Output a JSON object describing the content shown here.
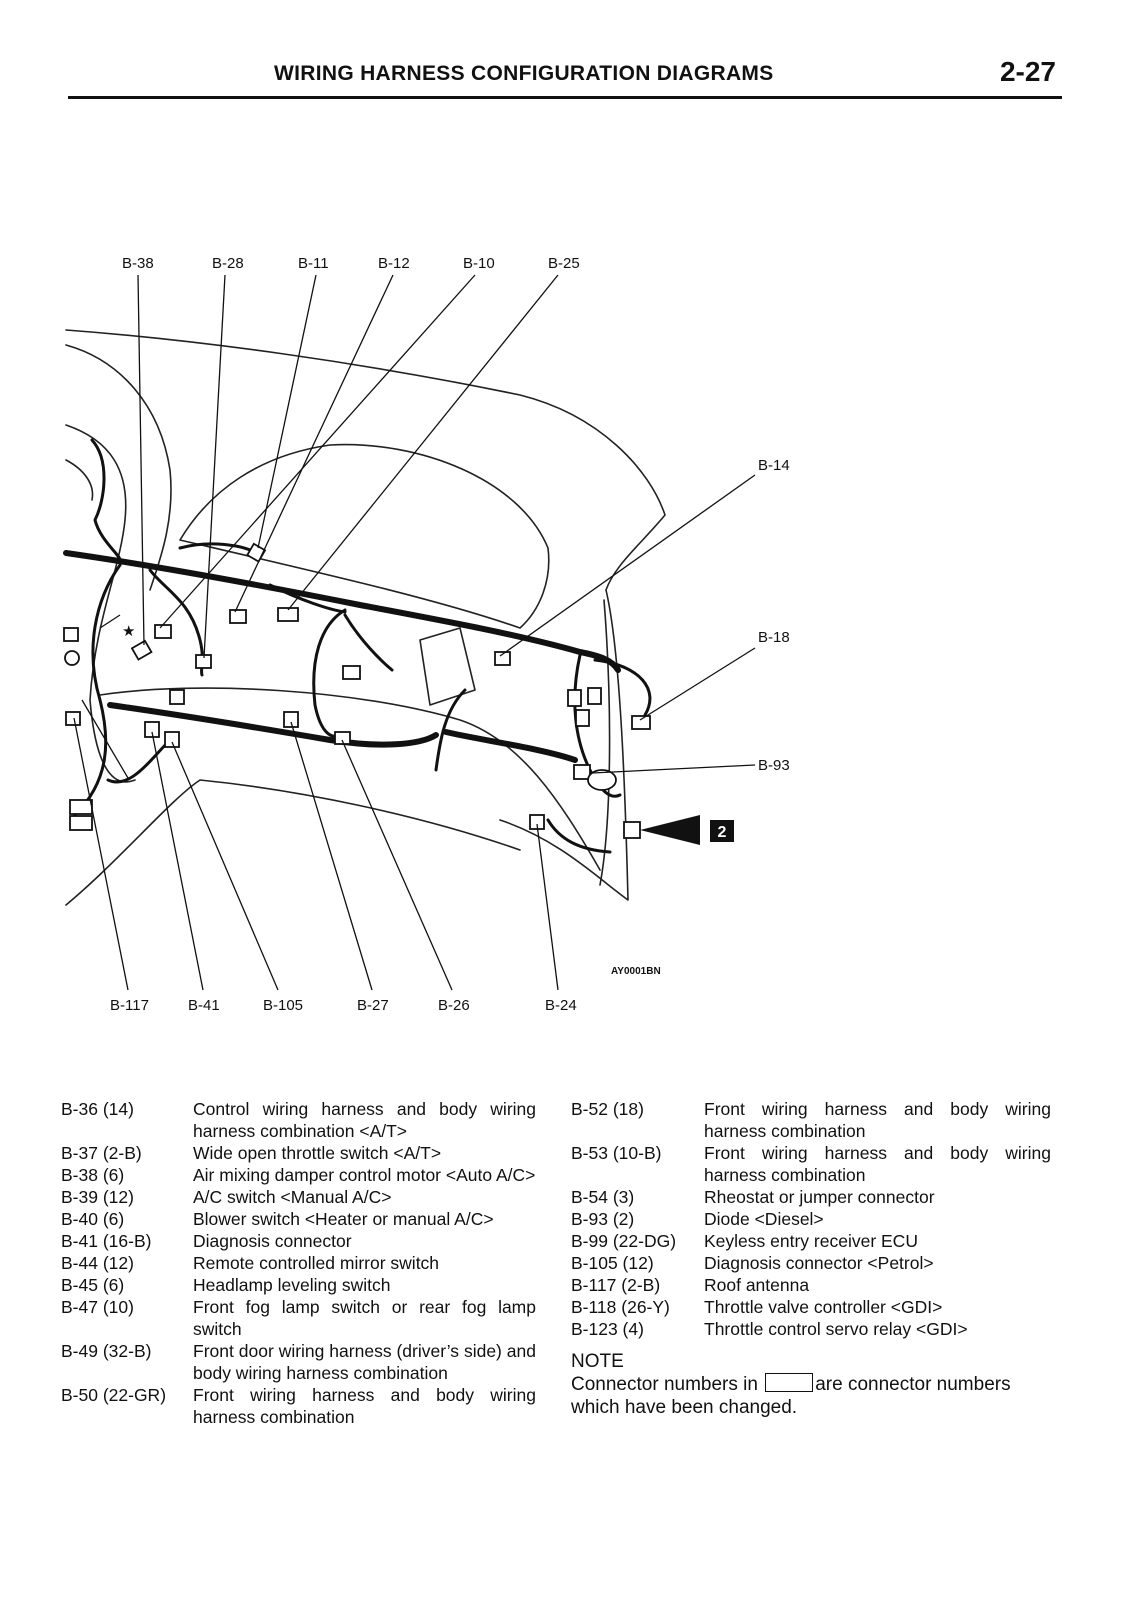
{
  "header": {
    "title": "WIRING HARNESS CONFIGURATION DIAGRAMS",
    "page_number": "2-27"
  },
  "diagram": {
    "figure_code": "AY0001BN",
    "marker_label": "2",
    "star_symbol": "★",
    "labels": {
      "b38": "B-38",
      "b28": "B-28",
      "b11": "B-11",
      "b12": "B-12",
      "b10": "B-10",
      "b25": "B-25",
      "b14": "B-14",
      "b18": "B-18",
      "b93": "B-93",
      "b117": "B-117",
      "b41": "B-41",
      "b105": "B-105",
      "b27": "B-27",
      "b26": "B-26",
      "b24": "B-24"
    }
  },
  "legend_left": [
    {
      "code": "B-36 (14)",
      "desc": "Control wiring harness and body wiring harness combination <A/T>"
    },
    {
      "code": "B-37 (2-B)",
      "desc": "Wide open throttle switch <A/T>"
    },
    {
      "code": "B-38 (6)",
      "desc": "Air mixing damper control motor <Auto A/C>"
    },
    {
      "code": "B-39 (12)",
      "desc": "A/C switch <Manual A/C>"
    },
    {
      "code": "B-40 (6)",
      "desc": "Blower switch <Heater or manual A/C>"
    },
    {
      "code": "B-41 (16-B)",
      "desc": "Diagnosis connector"
    },
    {
      "code": "B-44 (12)",
      "desc": "Remote controlled mirror switch"
    },
    {
      "code": "B-45 (6)",
      "desc": "Headlamp leveling switch"
    },
    {
      "code": "B-47 (10)",
      "desc": "Front fog lamp switch or rear fog lamp switch"
    },
    {
      "code": "B-49 (32-B)",
      "desc": "Front door wiring harness (driver’s side) and body wiring harness combination"
    },
    {
      "code": "B-50 (22-GR)",
      "desc": "Front wiring harness and body wiring harness combination"
    }
  ],
  "legend_right": [
    {
      "code": "B-52 (18)",
      "desc": "Front wiring harness and body wiring harness combination"
    },
    {
      "code": "B-53 (10-B)",
      "desc": "Front wiring harness and body wiring harness combination"
    },
    {
      "code": "B-54 (3)",
      "desc": "Rheostat or jumper connector"
    },
    {
      "code": "B-93 (2)",
      "desc": "Diode <Diesel>"
    },
    {
      "code": "B-99 (22-DG)",
      "desc": "Keyless entry receiver ECU"
    },
    {
      "code": "B-105 (12)",
      "desc": "Diagnosis connector <Petrol>"
    },
    {
      "code": "B-117 (2-B)",
      "desc": "Roof antenna"
    },
    {
      "code": "B-118 (26-Y)",
      "desc": "Throttle valve controller <GDI>"
    },
    {
      "code": "B-123 (4)",
      "desc": "Throttle control servo relay <GDI>"
    }
  ],
  "note": {
    "heading": "NOTE",
    "text_before": "Connector numbers in",
    "text_after": "are connector numbers which have been changed."
  }
}
